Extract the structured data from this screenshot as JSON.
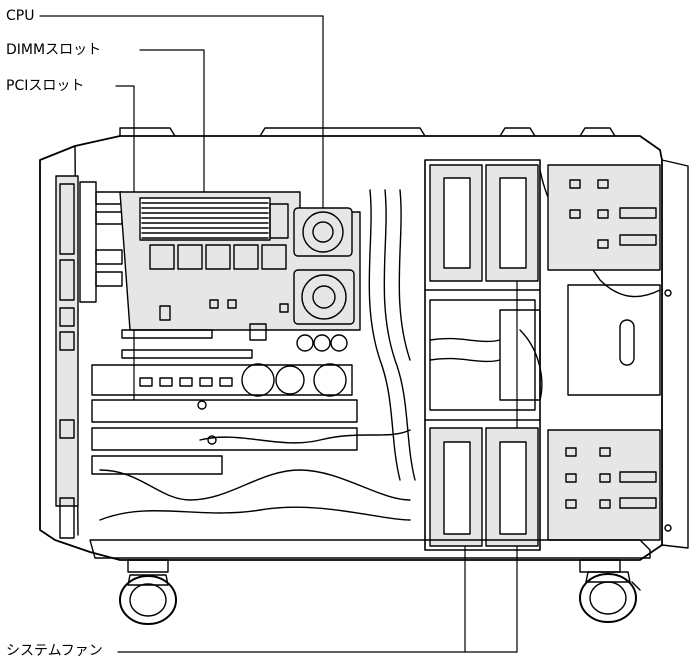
{
  "labels": {
    "cpu": "CPU",
    "dimm": "DIMMスロット",
    "pci": "PCIスロット",
    "fan": "システムファン"
  },
  "colors": {
    "line": "#000000",
    "panel": "#e6e6e6",
    "background": "#ffffff"
  }
}
